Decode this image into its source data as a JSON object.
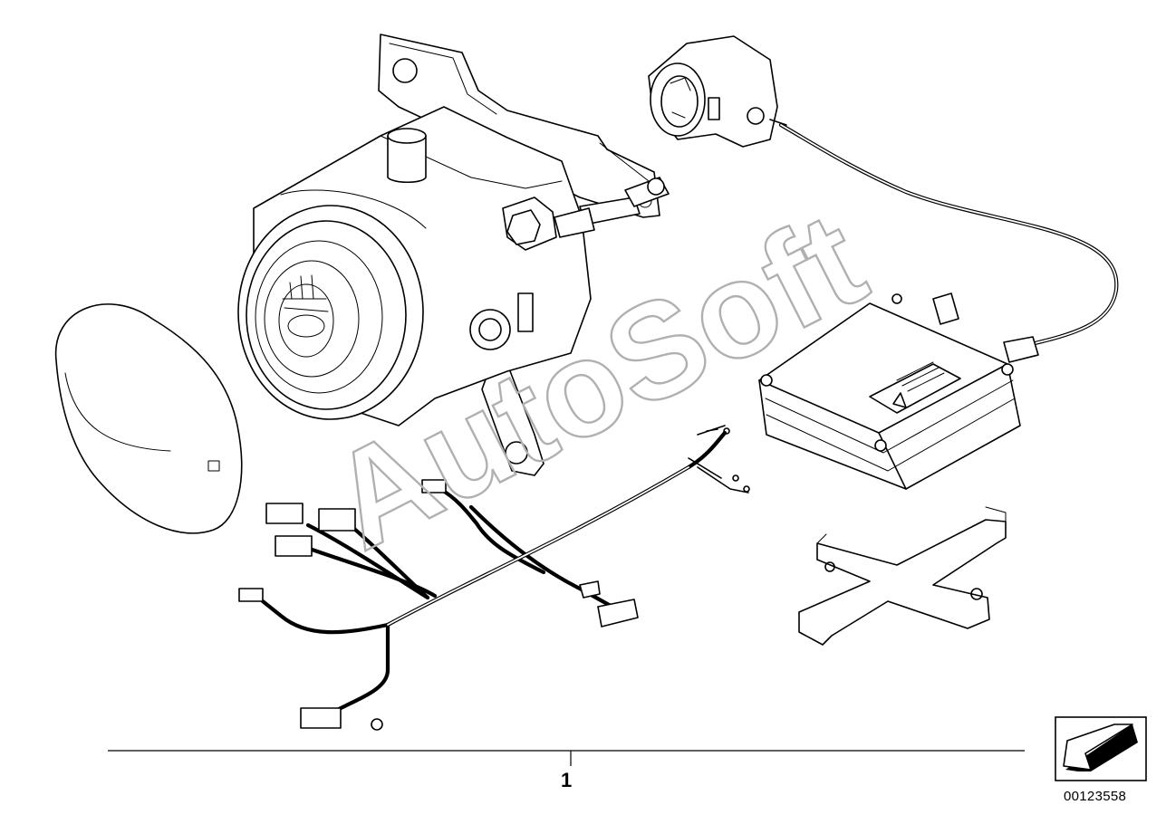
{
  "diagram": {
    "watermark": "AutoSoft",
    "reference_label": "1",
    "document_number": "00123558",
    "icons": [
      "fog-lamp-assembly",
      "lamp-socket-connector",
      "ballast-control-unit",
      "mounting-bracket",
      "lens-cover",
      "wiring-harness",
      "navigation-arrow-icon"
    ]
  }
}
